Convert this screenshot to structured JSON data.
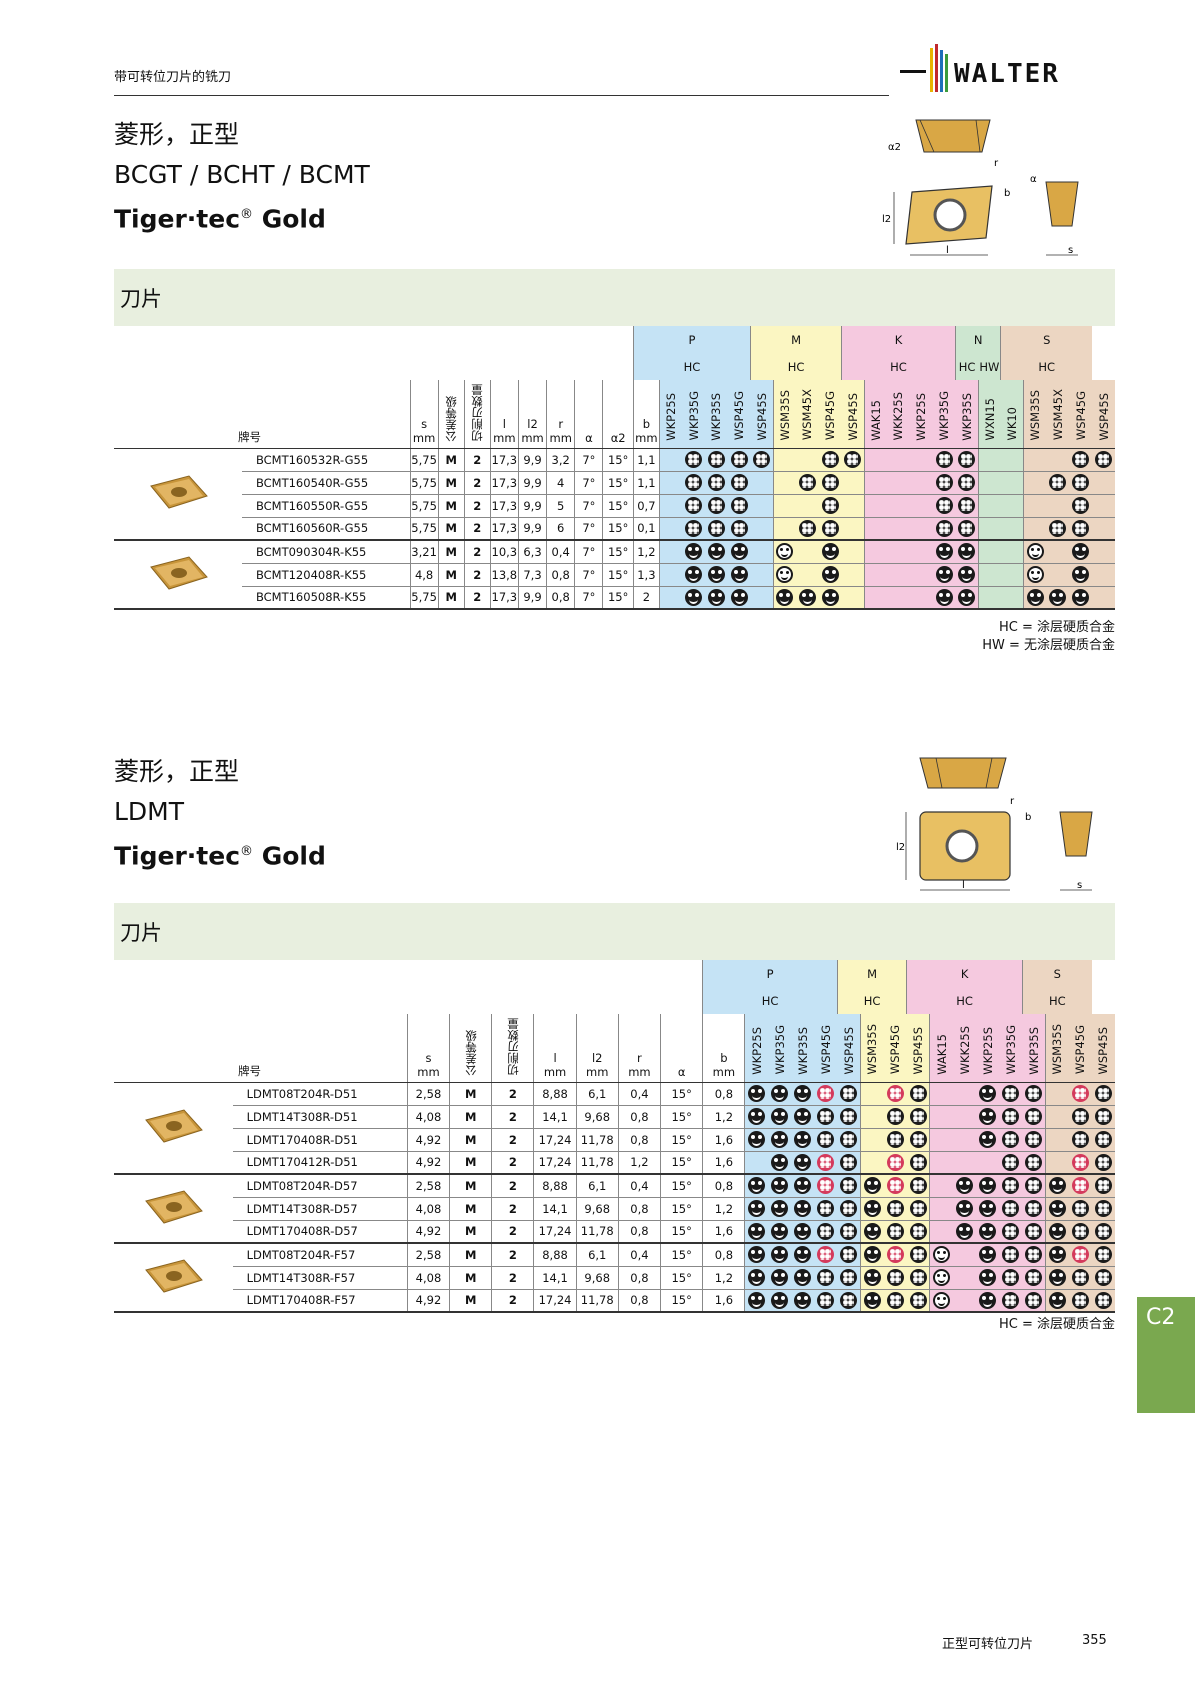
{
  "header": {
    "title": "带可转位刀片的铣刀",
    "brand": "WALTER"
  },
  "section1": {
    "title1": "菱形，正型",
    "title2": "BCGT / BCHT / BCMT",
    "title3": "Tiger·tec",
    "title3_mark": "®",
    "title3_suffix": " Gold",
    "band": "刀片",
    "schematic_labels": {
      "a2": "α2",
      "r": "r",
      "b": "b",
      "a": "α",
      "l2": "l2",
      "l": "l",
      "s": "s"
    },
    "col_header": {
      "name": "牌号",
      "s": "s",
      "s_unit": "mm",
      "tol": "公差等级",
      "edges": "切削刃数量",
      "l": "l",
      "l_unit": "mm",
      "l2": "l2",
      "l2_unit": "mm",
      "r": "r",
      "r_unit": "mm",
      "alpha": "α",
      "alpha2": "α2",
      "b": "b",
      "b_unit": "mm"
    },
    "groups": [
      {
        "name": "P",
        "sub": "HC",
        "grades": [
          "WKP25S",
          "WKP35G",
          "WKP35S",
          "WSP45G",
          "WSP45S"
        ]
      },
      {
        "name": "M",
        "sub": "HC",
        "grades": [
          "WSM35S",
          "WSM45X",
          "WSP45G",
          "WSP45S"
        ]
      },
      {
        "name": "K",
        "sub": "HC",
        "grades": [
          "WAK15",
          "WKK25S",
          "WKP25S",
          "WKP35G",
          "WKP35S"
        ]
      },
      {
        "name": "N",
        "sub": "HC",
        "sub2": "HW",
        "grades": [
          "WXN15",
          "WK10"
        ]
      },
      {
        "name": "S",
        "sub": "HC",
        "grades": [
          "WSM35S",
          "WSM45X",
          "WSP45G",
          "WSP45S"
        ]
      }
    ],
    "rows": [
      {
        "name": "BCMT160532R-G55",
        "s": "5,75",
        "tol": "M",
        "edges": "2",
        "l": "17,3",
        "l2": "9,9",
        "r": "3,2",
        "alpha": "7°",
        "alpha2": "15°",
        "b": "1,1",
        "m": [
          "",
          "A",
          "A",
          "B",
          "B",
          "",
          "",
          "B",
          "B",
          "",
          "",
          "",
          "B",
          "B",
          "",
          "",
          "",
          "",
          "B",
          "B"
        ]
      },
      {
        "name": "BCMT160540R-G55",
        "s": "5,75",
        "tol": "M",
        "edges": "2",
        "l": "17,3",
        "l2": "9,9",
        "r": "4",
        "alpha": "7°",
        "alpha2": "15°",
        "b": "1,1",
        "m": [
          "",
          "A",
          "A",
          "B",
          "",
          "",
          "B",
          "B",
          "",
          "",
          "",
          "",
          "B",
          "B",
          "",
          "",
          "",
          "B",
          "B",
          ""
        ]
      },
      {
        "name": "BCMT160550R-G55",
        "s": "5,75",
        "tol": "M",
        "edges": "2",
        "l": "17,3",
        "l2": "9,9",
        "r": "5",
        "alpha": "7°",
        "alpha2": "15°",
        "b": "0,7",
        "m": [
          "",
          "A",
          "A",
          "B",
          "",
          "",
          "",
          "B",
          "",
          "",
          "",
          "",
          "B",
          "B",
          "",
          "",
          "",
          "",
          "B",
          ""
        ]
      },
      {
        "name": "BCMT160560R-G55",
        "s": "5,75",
        "tol": "M",
        "edges": "2",
        "l": "17,3",
        "l2": "9,9",
        "r": "6",
        "alpha": "7°",
        "alpha2": "15°",
        "b": "0,1",
        "m": [
          "",
          "A",
          "A",
          "B",
          "",
          "",
          "B",
          "B",
          "",
          "",
          "",
          "",
          "B",
          "B",
          "",
          "",
          "",
          "B",
          "B",
          ""
        ]
      },
      {
        "name": "BCMT090304R-K55",
        "s": "3,21",
        "tol": "M",
        "edges": "2",
        "l": "10,3",
        "l2": "6,3",
        "r": "0,4",
        "alpha": "7°",
        "alpha2": "15°",
        "b": "1,2",
        "m": [
          "",
          "F",
          "F",
          "F",
          "",
          "L",
          "",
          "F",
          "",
          "",
          "",
          "",
          "F",
          "F",
          "",
          "",
          "L",
          "",
          "F",
          ""
        ]
      },
      {
        "name": "BCMT120408R-K55",
        "s": "4,8",
        "tol": "M",
        "edges": "2",
        "l": "13,8",
        "l2": "7,3",
        "r": "0,8",
        "alpha": "7°",
        "alpha2": "15°",
        "b": "1,3",
        "m": [
          "",
          "F",
          "F",
          "F",
          "",
          "L",
          "",
          "F",
          "",
          "",
          "",
          "",
          "F",
          "F",
          "",
          "",
          "L",
          "",
          "F",
          ""
        ]
      },
      {
        "name": "BCMT160508R-K55",
        "s": "5,75",
        "tol": "M",
        "edges": "2",
        "l": "17,3",
        "l2": "9,9",
        "r": "0,8",
        "alpha": "7°",
        "alpha2": "15°",
        "b": "2",
        "m": [
          "",
          "F",
          "F",
          "F",
          "",
          "F",
          "F",
          "F",
          "",
          "",
          "",
          "",
          "F",
          "F",
          "",
          "",
          "F",
          "F",
          "F",
          ""
        ]
      }
    ],
    "legend": [
      "HC = 涂层硬质合金",
      "HW = 无涂层硬质合金"
    ]
  },
  "section2": {
    "title1": "菱形，正型",
    "title2": "LDMT",
    "title3": "Tiger·tec",
    "title3_mark": "®",
    "title3_suffix": " Gold",
    "band": "刀片",
    "schematic_labels": {
      "r": "r",
      "b": "b",
      "l2": "l2",
      "l": "l",
      "s": "s"
    },
    "col_header": {
      "name": "牌号",
      "s": "s",
      "s_unit": "mm",
      "tol": "公差等级",
      "edges": "切削刃数量",
      "l": "l",
      "l_unit": "mm",
      "l2": "l2",
      "l2_unit": "mm",
      "r": "r",
      "r_unit": "mm",
      "alpha": "α",
      "b": "b",
      "b_unit": "mm"
    },
    "groups": [
      {
        "name": "P",
        "sub": "HC",
        "grades": [
          "WKP25S",
          "WKP35G",
          "WKP35S",
          "WSP45G",
          "WSP45S"
        ]
      },
      {
        "name": "M",
        "sub": "HC",
        "grades": [
          "WSM35S",
          "WSP45G",
          "WSP45S"
        ]
      },
      {
        "name": "K",
        "sub": "HC",
        "grades": [
          "WAK15",
          "WKK25S",
          "WKP25S",
          "WKP35G",
          "WKP35S"
        ]
      },
      {
        "name": "S",
        "sub": "HC",
        "grades": [
          "WSM35S",
          "WSP45G",
          "WSP45S"
        ]
      }
    ],
    "rows": [
      {
        "name": "LDMT08T204R-D51",
        "s": "2,58",
        "tol": "M",
        "edges": "2",
        "l": "8,88",
        "l2": "6,1",
        "r": "0,4",
        "alpha": "15°",
        "b": "0,8",
        "m": [
          "F",
          "F",
          "F",
          "R",
          "B",
          "",
          "R",
          "B",
          "",
          "",
          "F",
          "B",
          "B",
          "",
          "R",
          "B"
        ]
      },
      {
        "name": "LDMT14T308R-D51",
        "s": "4,08",
        "tol": "M",
        "edges": "2",
        "l": "14,1",
        "l2": "9,68",
        "r": "0,8",
        "alpha": "15°",
        "b": "1,2",
        "m": [
          "F",
          "F",
          "F",
          "B",
          "B",
          "",
          "B",
          "B",
          "",
          "",
          "F",
          "B",
          "B",
          "",
          "B",
          "B"
        ]
      },
      {
        "name": "LDMT170408R-D51",
        "s": "4,92",
        "tol": "M",
        "edges": "2",
        "l": "17,24",
        "l2": "11,78",
        "r": "0,8",
        "alpha": "15°",
        "b": "1,6",
        "m": [
          "F",
          "F",
          "F",
          "B",
          "B",
          "",
          "B",
          "B",
          "",
          "",
          "F",
          "B",
          "B",
          "",
          "B",
          "B"
        ]
      },
      {
        "name": "LDMT170412R-D51",
        "s": "4,92",
        "tol": "M",
        "edges": "2",
        "l": "17,24",
        "l2": "11,78",
        "r": "1,2",
        "alpha": "15°",
        "b": "1,6",
        "m": [
          "",
          "F",
          "F",
          "R",
          "B",
          "",
          "R",
          "B",
          "",
          "",
          "",
          "B",
          "B",
          "",
          "R",
          "B"
        ]
      },
      {
        "name": "LDMT08T204R-D57",
        "s": "2,58",
        "tol": "M",
        "edges": "2",
        "l": "8,88",
        "l2": "6,1",
        "r": "0,4",
        "alpha": "15°",
        "b": "0,8",
        "m": [
          "F",
          "F",
          "F",
          "R",
          "B",
          "F",
          "R",
          "B",
          "",
          "F",
          "F",
          "B",
          "B",
          "F",
          "R",
          "B"
        ]
      },
      {
        "name": "LDMT14T308R-D57",
        "s": "4,08",
        "tol": "M",
        "edges": "2",
        "l": "14,1",
        "l2": "9,68",
        "r": "0,8",
        "alpha": "15°",
        "b": "1,2",
        "m": [
          "F",
          "F",
          "F",
          "B",
          "B",
          "F",
          "B",
          "B",
          "",
          "F",
          "F",
          "B",
          "B",
          "F",
          "B",
          "B"
        ]
      },
      {
        "name": "LDMT170408R-D57",
        "s": "4,92",
        "tol": "M",
        "edges": "2",
        "l": "17,24",
        "l2": "11,78",
        "r": "0,8",
        "alpha": "15°",
        "b": "1,6",
        "m": [
          "F",
          "F",
          "F",
          "B",
          "B",
          "F",
          "B",
          "B",
          "",
          "F",
          "F",
          "B",
          "B",
          "F",
          "B",
          "B"
        ]
      },
      {
        "name": "LDMT08T204R-F57",
        "s": "2,58",
        "tol": "M",
        "edges": "2",
        "l": "8,88",
        "l2": "6,1",
        "r": "0,4",
        "alpha": "15°",
        "b": "0,8",
        "m": [
          "F",
          "F",
          "F",
          "R",
          "B",
          "F",
          "R",
          "B",
          "L",
          "",
          "F",
          "B",
          "B",
          "F",
          "R",
          "B"
        ]
      },
      {
        "name": "LDMT14T308R-F57",
        "s": "4,08",
        "tol": "M",
        "edges": "2",
        "l": "14,1",
        "l2": "9,68",
        "r": "0,8",
        "alpha": "15°",
        "b": "1,2",
        "m": [
          "F",
          "F",
          "F",
          "B",
          "B",
          "F",
          "B",
          "B",
          "L",
          "",
          "F",
          "B",
          "B",
          "F",
          "B",
          "B"
        ]
      },
      {
        "name": "LDMT170408R-F57",
        "s": "4,92",
        "tol": "M",
        "edges": "2",
        "l": "17,24",
        "l2": "11,78",
        "r": "0,8",
        "alpha": "15°",
        "b": "1,6",
        "m": [
          "F",
          "F",
          "F",
          "B",
          "B",
          "F",
          "B",
          "B",
          "L",
          "",
          "F",
          "B",
          "B",
          "F",
          "B",
          "B"
        ]
      }
    ],
    "legend": [
      "HC = 涂层硬质合金"
    ]
  },
  "side_tab": "C2",
  "footer": {
    "section": "正型可转位刀片",
    "page": "355"
  },
  "colors": {
    "band": "#e8efdf",
    "P": "#c5e3f5",
    "M": "#fbf6c2",
    "K": "#f5c9df",
    "N": "#cde6d0",
    "S": "#ecd6c2",
    "tab": "#7aa84f",
    "red_icon": "#d43a5c",
    "insert_gold": "#d9a745"
  }
}
